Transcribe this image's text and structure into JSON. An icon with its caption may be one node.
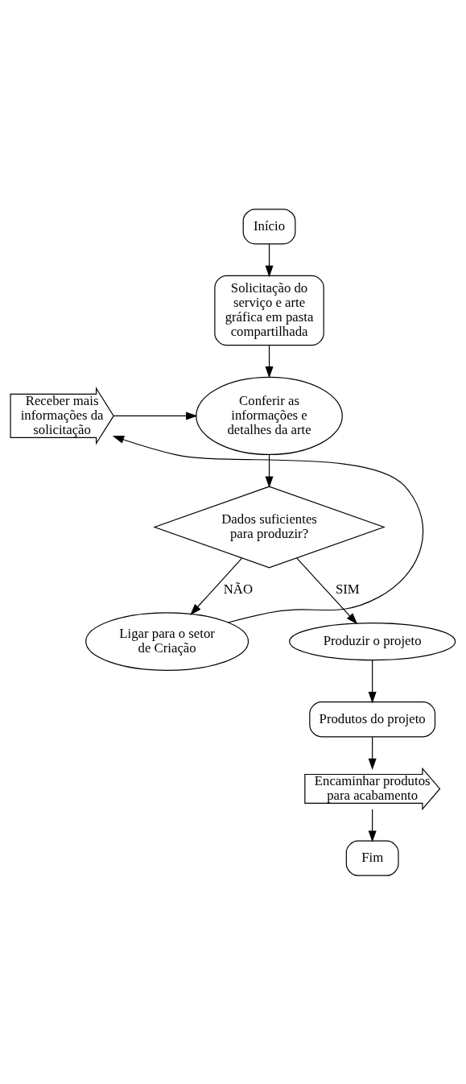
{
  "diagram": {
    "nodes": [
      {
        "text": [
          "Início"
        ]
      },
      {
        "text": [
          "Solicitação do serviço e arte gráfica em pasta compartilhada"
        ]
      },
      {
        "text": [
          "Conferir as informações e detalhes da arte"
        ]
      },
      {
        "text": [
          "Dados suficientes para produzir?"
        ]
      },
      {
        "text": [
          "Ligar para o setor de Criação"
        ]
      },
      {
        "text": [
          "Receber mais informações da solicitação"
        ]
      },
      {
        "text": [
          "Produzir o projeto"
        ]
      },
      {
        "text": [
          "Produtos do projeto"
        ]
      },
      {
        "text": [
          "Encaminhar produtos para acabamento"
        ]
      },
      {
        "text": [
          "Fim"
        ]
      }
    ],
    "edges": [
      {
        "from": 0,
        "to": 1,
        "arrow": "to"
      },
      {
        "from": 1,
        "to": 2,
        "arrow": "to"
      },
      {
        "from": 5,
        "to": 2,
        "arrow": "to"
      },
      {
        "from": 2,
        "to": 3,
        "arrow": "to"
      },
      {
        "from": 3,
        "to": 4,
        "label": "NÃO",
        "arrow": "to"
      },
      {
        "from": 4,
        "to": 5,
        "arrow": "to"
      },
      {
        "from": 3,
        "to": 6,
        "label": "SIM",
        "arrow": "to"
      },
      {
        "from": 6,
        "to": 7,
        "arrow": "to"
      },
      {
        "from": 7,
        "to": 8,
        "arrow": "to"
      },
      {
        "from": 8,
        "to": 9,
        "arrow": "to"
      }
    ]
  }
}
